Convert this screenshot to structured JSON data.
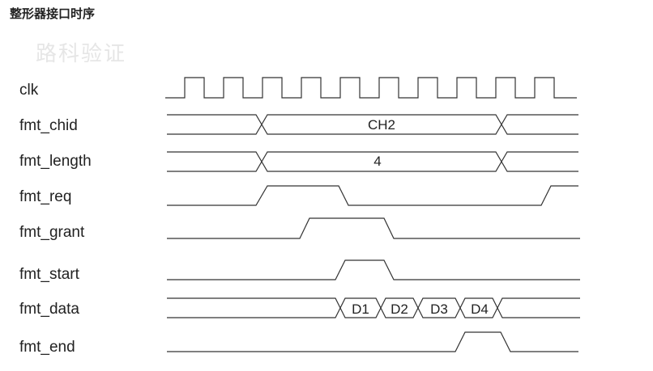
{
  "title": "整形器接口时序",
  "watermark": "路科验证",
  "signals": [
    {
      "name": "clk"
    },
    {
      "name": "fmt_chid",
      "bus_value": "CH2"
    },
    {
      "name": "fmt_length",
      "bus_value": "4"
    },
    {
      "name": "fmt_req"
    },
    {
      "name": "fmt_grant"
    },
    {
      "name": "fmt_start"
    },
    {
      "name": "fmt_data",
      "bus_values": [
        "D1",
        "D2",
        "D3",
        "D4"
      ]
    },
    {
      "name": "fmt_end"
    }
  ],
  "colors": {
    "line": "#333333",
    "text": "#222222",
    "watermark": "#e6e6e6"
  }
}
